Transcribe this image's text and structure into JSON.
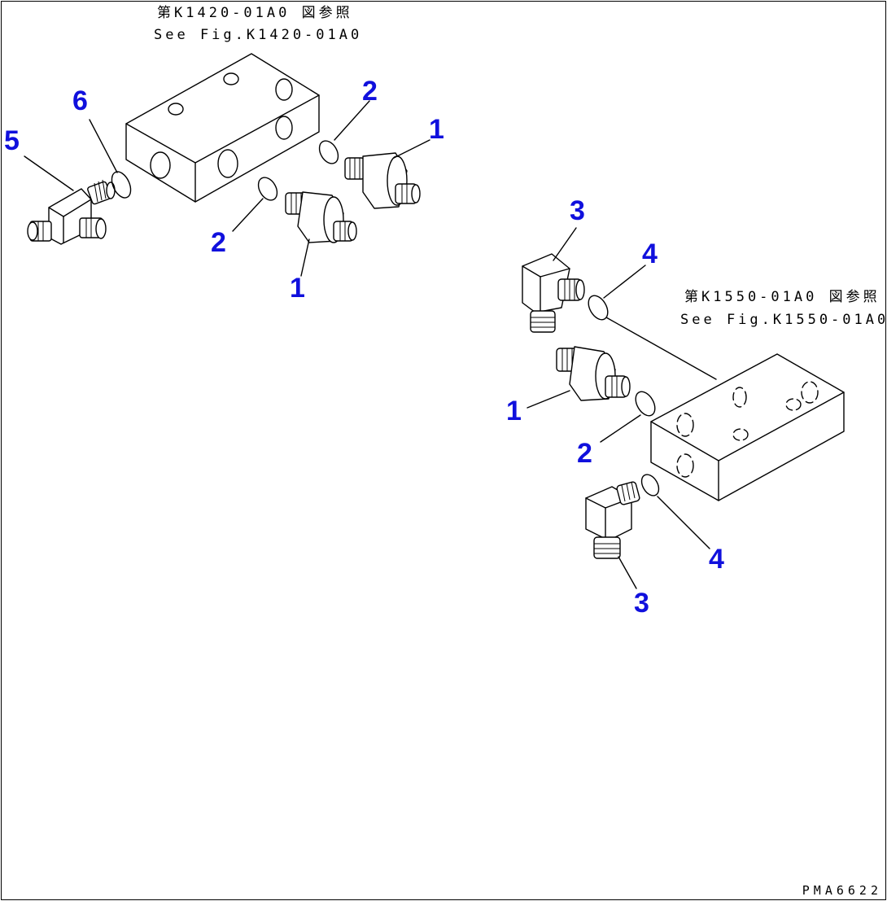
{
  "references": [
    {
      "jp": "第K1420-01A0 図参照",
      "en": "See Fig.K1420-01A0"
    },
    {
      "jp": "第K1550-01A0 図参照",
      "en": "See Fig.K1550-01A0"
    }
  ],
  "callouts": [
    {
      "id": "c6",
      "label": "6"
    },
    {
      "id": "c5",
      "label": "5"
    },
    {
      "id": "c2a",
      "label": "2"
    },
    {
      "id": "c1a",
      "label": "1"
    },
    {
      "id": "c2b",
      "label": "2"
    },
    {
      "id": "c1b",
      "label": "1"
    },
    {
      "id": "c3a",
      "label": "3"
    },
    {
      "id": "c4a",
      "label": "4"
    },
    {
      "id": "c1c",
      "label": "1"
    },
    {
      "id": "c2c",
      "label": "2"
    },
    {
      "id": "c4b",
      "label": "4"
    },
    {
      "id": "c3b",
      "label": "3"
    }
  ],
  "callout_color": "#1010dd",
  "drawing_code": "PMA6622"
}
